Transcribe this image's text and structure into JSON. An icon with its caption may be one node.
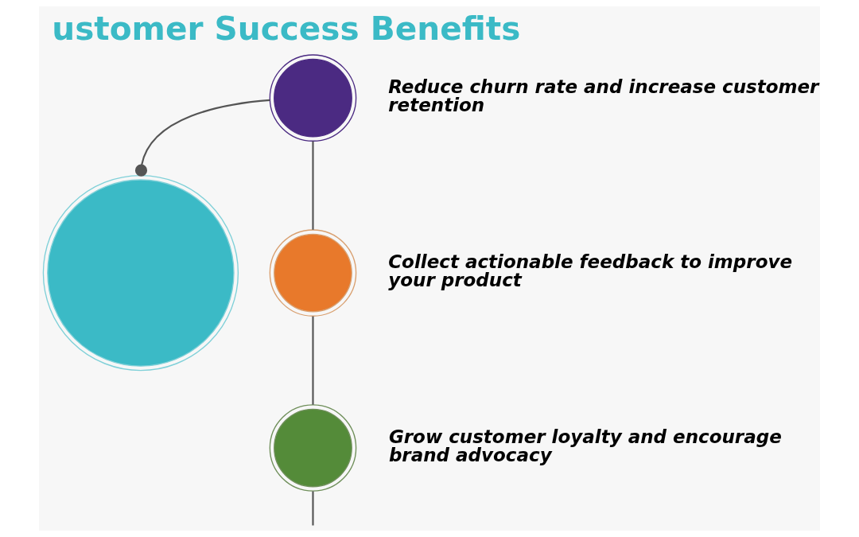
{
  "diagram": {
    "title": "ustomer Success Benefits",
    "nodes": [
      {
        "text": [],
        "shape": "circle"
      },
      {
        "text": [],
        "shape": "circle",
        "beside": [
          "Reduce churn rate and increase customer retention"
        ]
      },
      {
        "text": [],
        "shape": "circle",
        "beside": [
          "Collect actionable feedback to improve your product"
        ]
      },
      {
        "text": [],
        "shape": "circle",
        "beside": [
          "Grow customer loyalty and encourage brand advocacy"
        ]
      }
    ],
    "edges": [
      {
        "from": 0,
        "to": 1,
        "arrow": "other"
      },
      {
        "from": 1,
        "to": 2,
        "arrow": "none"
      },
      {
        "from": 2,
        "to": 3,
        "arrow": "none"
      },
      {
        "from": 3,
        "to": null,
        "arrow": "none"
      }
    ]
  }
}
